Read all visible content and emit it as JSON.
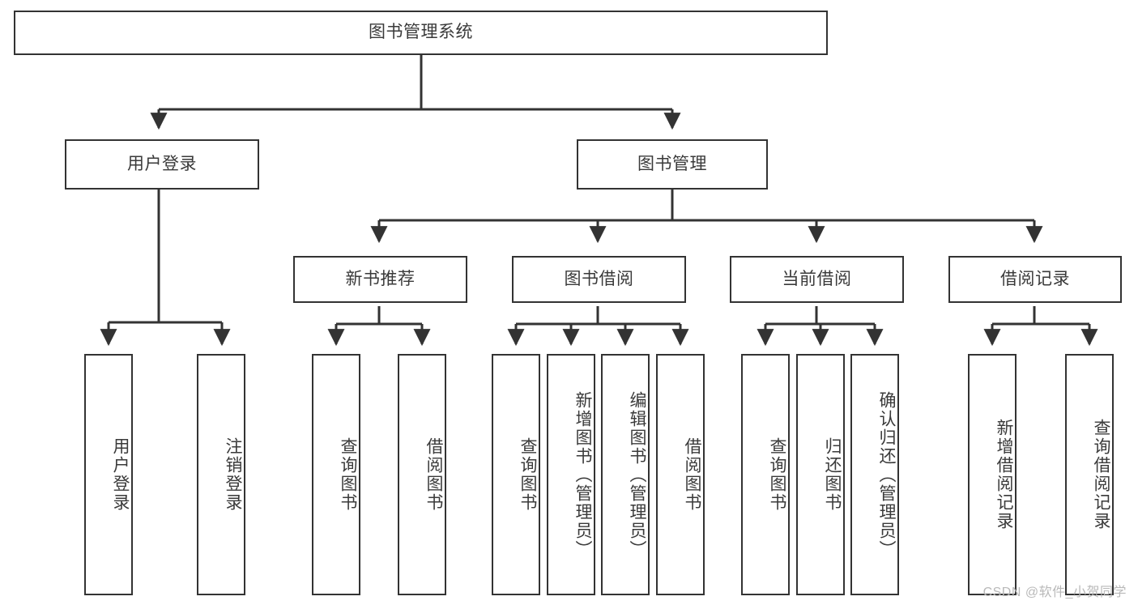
{
  "diagram": {
    "title": "图书管理系统",
    "type": "tree-hierarchy",
    "stroke_color": "#333333",
    "text_color": "#3a3a3a",
    "background_color": "#ffffff",
    "watermark": "CSDN @软件_小贺同学"
  },
  "nodes": {
    "root": {
      "label": "图书管理系统",
      "level": 1
    },
    "level2": [
      {
        "id": "user-login",
        "label": "用户登录"
      },
      {
        "id": "book-management",
        "label": "图书管理"
      }
    ],
    "level3": [
      {
        "id": "new-book-recommend",
        "label": "新书推荐"
      },
      {
        "id": "book-borrow",
        "label": "图书借阅"
      },
      {
        "id": "current-borrow",
        "label": "当前借阅"
      },
      {
        "id": "borrow-record",
        "label": "借阅记录"
      }
    ],
    "leaves": {
      "user-login": [
        {
          "id": "leaf-user-login",
          "label": "用户登录"
        },
        {
          "id": "leaf-logout-login",
          "label": "注销登录"
        }
      ],
      "new-book-recommend": [
        {
          "id": "leaf-query-book-1",
          "label": "查询图书"
        },
        {
          "id": "leaf-borrow-book-1",
          "label": "借阅图书"
        }
      ],
      "book-borrow": [
        {
          "id": "leaf-query-book-2",
          "label": "查询图书"
        },
        {
          "id": "leaf-add-book",
          "label": "新增图书（管理员）"
        },
        {
          "id": "leaf-edit-book",
          "label": "编辑图书（管理员）"
        },
        {
          "id": "leaf-borrow-book-2",
          "label": "借阅图书"
        }
      ],
      "current-borrow": [
        {
          "id": "leaf-query-book-3",
          "label": "查询图书"
        },
        {
          "id": "leaf-return-book",
          "label": "归还图书"
        },
        {
          "id": "leaf-confirm-return",
          "label": "确认归还（管理员）"
        }
      ],
      "borrow-record": [
        {
          "id": "leaf-add-record",
          "label": "新增借阅记录"
        },
        {
          "id": "leaf-query-record",
          "label": "查询借阅记录"
        }
      ]
    }
  }
}
